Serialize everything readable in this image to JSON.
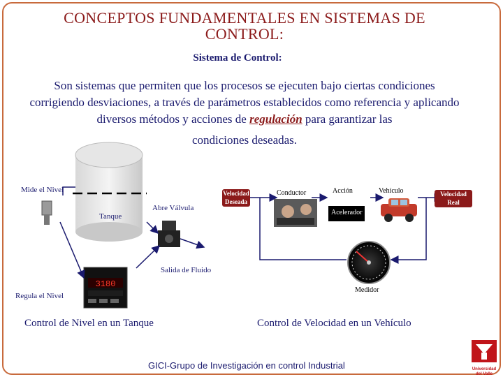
{
  "slide": {
    "title_line1": "CONCEPTOS FUNDAMENTALES EN SISTEMAS DE",
    "title_line2": "CONTROL:",
    "subtitle": "Sistema de Control:",
    "para_1": "Son sistemas que permiten que los procesos se ejecuten bajo ciertas condiciones corrigiendo desviaciones, a través de parámetros establecidos como referencia y aplicando diversos métodos y acciones de",
    "para_em": "regulación",
    "para_2": "para garantizar las",
    "para_3": "condiciones deseadas."
  },
  "tank_diagram": {
    "mide": "Mide el Nivel",
    "tanque": "Tanque",
    "abre": "Abre Válvula",
    "salida": "Salida de Fluido",
    "regula": "Regula el Nivel",
    "controller_display": "3180",
    "caption": "Control de Nivel en un Tanque"
  },
  "vehicle_diagram": {
    "deseada_line1": "Velocidad",
    "deseada_line2": "Deseada",
    "conductor": "Conductor",
    "accion": "Acción",
    "vehiculo": "Vehículo",
    "real_line1": "Velocidad",
    "real_line2": "Real",
    "acelerador": "Acelerador",
    "medidor": "Medidor",
    "caption": "Control de Velocidad en un Vehículo"
  },
  "footer": "GICI-Grupo de Investigación en control Industrial",
  "logo": {
    "text": "Universidad del Valle"
  },
  "colors": {
    "title": "#8b1a1a",
    "text": "#1a1a6e",
    "accent": "#8b1a1a",
    "frame": "#c86a3c"
  }
}
